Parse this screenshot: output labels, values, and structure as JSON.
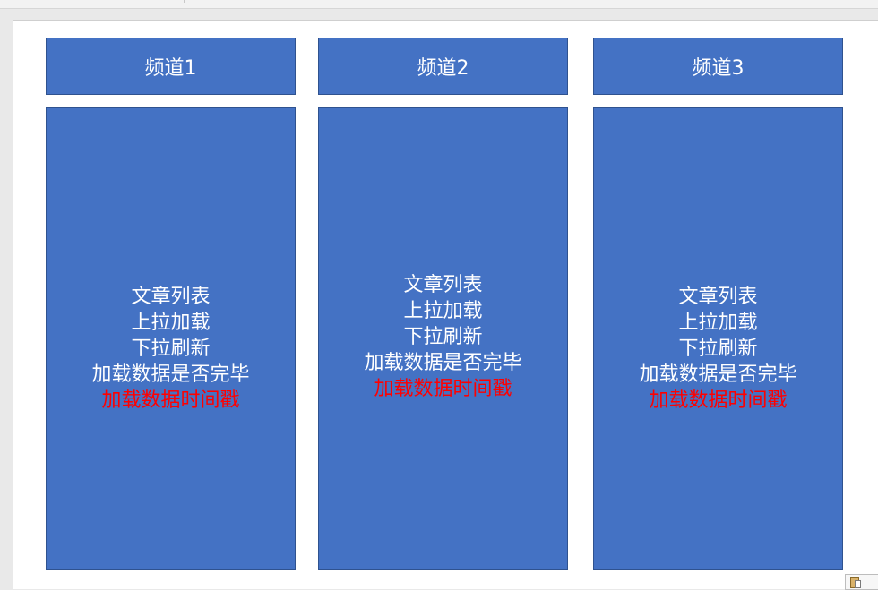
{
  "channels": [
    {
      "title": "频道1",
      "lines": [
        "文章列表",
        "上拉加载",
        "下拉刷新",
        "加载数据是否完毕"
      ],
      "highlight": "加载数据时间戳"
    },
    {
      "title": "频道2",
      "lines": [
        "文章列表",
        "上拉加载",
        "下拉刷新",
        "加载数据是否完毕"
      ],
      "highlight": "加载数据时间戳"
    },
    {
      "title": "频道3",
      "lines": [
        "文章列表",
        "上拉加载",
        "下拉刷新",
        "加载数据是否完毕"
      ],
      "highlight": "加载数据时间戳"
    }
  ],
  "colors": {
    "box_fill": "#4472c4",
    "box_border": "#2f528f",
    "text": "#ffffff",
    "highlight_text": "#ff0000"
  },
  "icons": [
    "paste-options-icon"
  ]
}
